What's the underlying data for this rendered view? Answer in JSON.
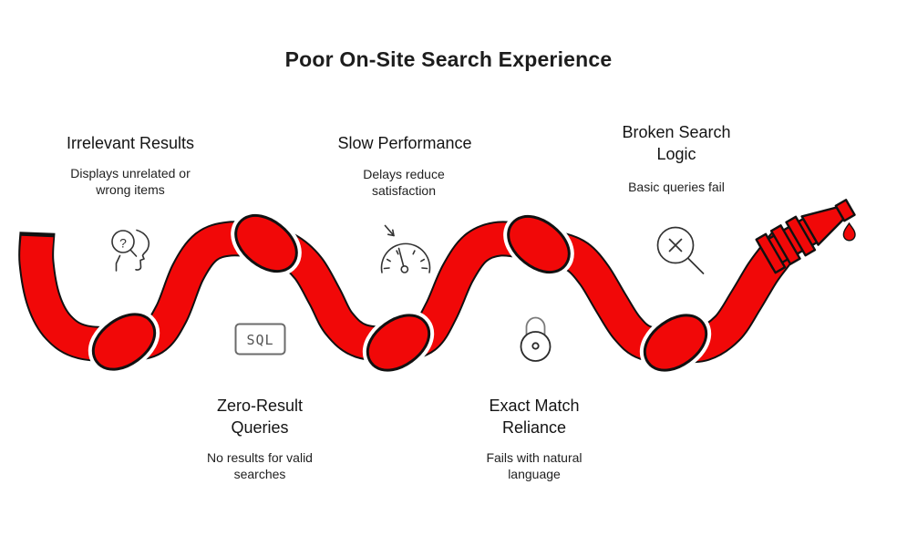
{
  "title": "Poor On-Site Search Experience",
  "colors": {
    "rope_red": "#f10808",
    "outline": "#111111",
    "icon_stroke": "#333333",
    "text_dark": "#1d1d1d"
  },
  "sections": [
    {
      "id": "irrelevant-results",
      "heading": "Irrelevant Results",
      "description": "Displays unrelated or wrong items",
      "icon": "confused-head-search-icon"
    },
    {
      "id": "slow-performance",
      "heading": "Slow Performance",
      "description": "Delays reduce satisfaction",
      "icon": "speedometer-decline-icon"
    },
    {
      "id": "broken-search-logic",
      "heading": "Broken Search Logic",
      "description": "Basic queries fail",
      "icon": "magnifier-x-icon"
    },
    {
      "id": "zero-result-queries",
      "heading": "Zero-Result Queries",
      "description": "No results for valid searches",
      "icon": "sql-box-icon",
      "icon_label": "SQL"
    },
    {
      "id": "exact-match-reliance",
      "heading": "Exact Match Reliance",
      "description": "Fails with natural language",
      "icon": "padlock-icon"
    }
  ]
}
